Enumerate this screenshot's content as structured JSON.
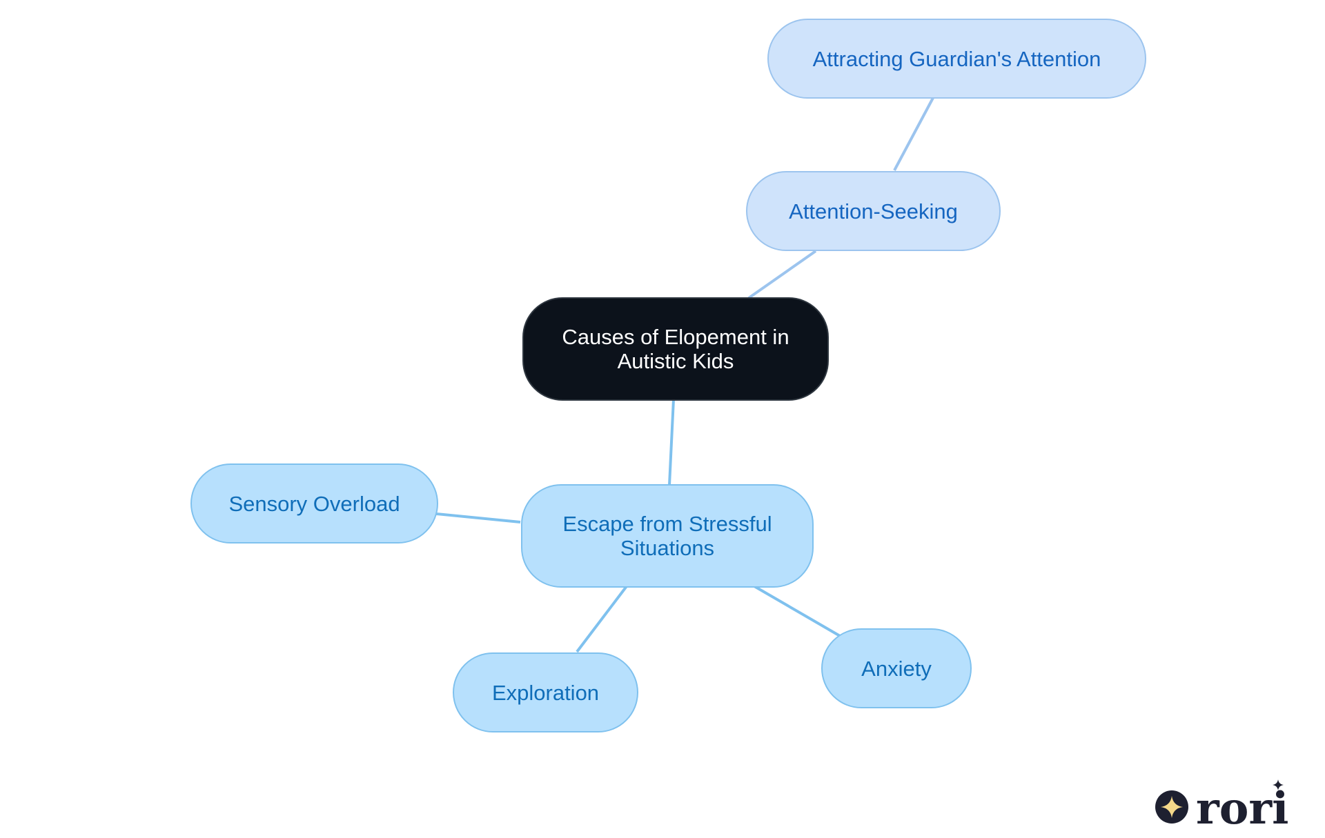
{
  "diagram": {
    "root": {
      "label": "Causes of Elopement in\nAutistic Kids"
    },
    "nodes": {
      "attention_seeking": {
        "label": "Attention-Seeking"
      },
      "attracting_guardian": {
        "label": "Attracting Guardian's Attention"
      },
      "escape": {
        "label": "Escape from Stressful\nSituations"
      },
      "sensory_overload": {
        "label": "Sensory Overload"
      },
      "exploration": {
        "label": "Exploration"
      },
      "anxiety": {
        "label": "Anxiety"
      }
    },
    "edges": [
      {
        "from": "root",
        "to": "attention_seeking"
      },
      {
        "from": "attention_seeking",
        "to": "attracting_guardian"
      },
      {
        "from": "root",
        "to": "escape"
      },
      {
        "from": "escape",
        "to": "sensory_overload"
      },
      {
        "from": "escape",
        "to": "exploration"
      },
      {
        "from": "escape",
        "to": "anxiety"
      }
    ],
    "colors": {
      "root_fill": "#0c121b",
      "branch_a_fill": "#cfe3fb",
      "branch_a_edge": "#9cc4ee",
      "branch_b_fill": "#b7e0fd",
      "branch_b_edge": "#7fc1ee"
    }
  },
  "logo": {
    "text": "rori",
    "icon": "sparkle-icon"
  }
}
